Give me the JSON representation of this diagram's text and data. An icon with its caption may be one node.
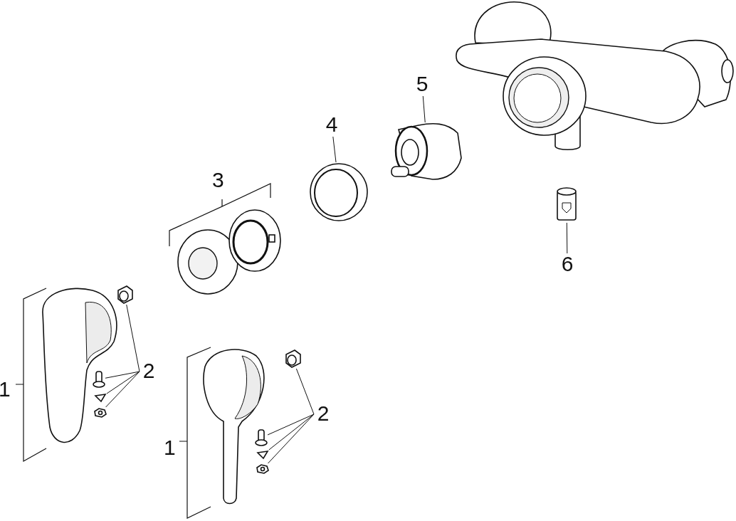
{
  "diagram": {
    "nodes": [
      {
        "text": [
          "5"
        ]
      },
      {
        "text": [],
        "shape": "picture"
      },
      {
        "text": [
          "4"
        ]
      },
      {
        "text": [],
        "shape": "picture"
      },
      {
        "text": [
          "6"
        ]
      },
      {
        "text": [],
        "shape": "picture"
      },
      {
        "text": [
          "2"
        ]
      },
      {
        "text": [],
        "shape": "picture"
      },
      {
        "text": [],
        "shape": "picture"
      },
      {
        "text": [],
        "shape": "picture"
      },
      {
        "text": [],
        "shape": "picture"
      },
      {
        "text": [
          "2"
        ]
      },
      {
        "text": [],
        "shape": "picture"
      },
      {
        "text": [],
        "shape": "picture"
      },
      {
        "text": [],
        "shape": "picture"
      },
      {
        "text": [],
        "shape": "picture"
      }
    ],
    "edges": [
      {
        "from": 0,
        "to": 1,
        "arrow": "none"
      },
      {
        "from": 2,
        "to": 3,
        "arrow": "none"
      },
      {
        "from": 4,
        "to": 5,
        "arrow": "none"
      },
      {
        "from": 6,
        "to": 7,
        "arrow": "none"
      },
      {
        "from": 6,
        "to": 8,
        "arrow": "none"
      },
      {
        "from": 6,
        "to": 9,
        "arrow": "none"
      },
      {
        "from": 6,
        "to": 10,
        "arrow": "none"
      },
      {
        "from": 11,
        "to": 12,
        "arrow": "none"
      },
      {
        "from": 11,
        "to": 13,
        "arrow": "none"
      },
      {
        "from": 11,
        "to": 14,
        "arrow": "none"
      },
      {
        "from": 11,
        "to": 15,
        "arrow": "none"
      }
    ],
    "labels": [
      "3",
      "1",
      "1"
    ]
  }
}
